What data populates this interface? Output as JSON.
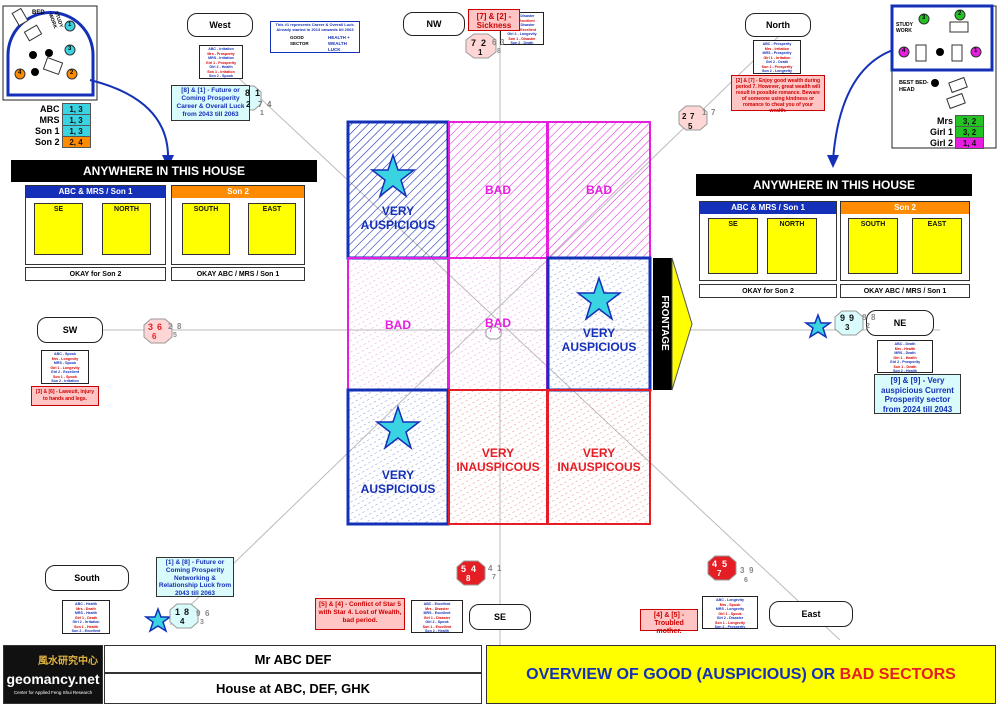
{
  "colors": {
    "blue": "#1530b8",
    "magenta": "#e51ee0",
    "red": "#e41e24",
    "cyan": "#39d3e2",
    "yellow": "#ffff00",
    "orange": "#ff8c00"
  },
  "compass": {
    "west": "West",
    "nw": "NW",
    "north": "North",
    "sw": "SW",
    "ne": "NE",
    "south": "South",
    "se": "SE",
    "east": "East"
  },
  "legend_note": {
    "text": "This #1 represents Career & Overall Luck. Already started in 2013 onwards till 2063",
    "good_sector": "GOOD SECTOR",
    "health_wealth": "HEALTH + WEALTH LUCK"
  },
  "stars": {
    "west": {
      "a": "8",
      "b": "1",
      "c": "7",
      "d": "4",
      "e": "2",
      "f": "1"
    },
    "nw": {
      "a": "7",
      "b": "2",
      "c": "6",
      "d": "3",
      "e": "1",
      "f": "8"
    },
    "north": {
      "a": "2",
      "b": "7",
      "c": "1",
      "d": "7",
      "e": "5"
    },
    "sw": {
      "a": "3",
      "b": "6",
      "c": "2",
      "d": "8",
      "e": "6",
      "f": "5"
    },
    "ne": {
      "a": "9",
      "b": "9",
      "c": "8",
      "d": "8",
      "e": "3",
      "f": "2"
    },
    "south": {
      "a": "1",
      "b": "8",
      "c": "9",
      "d": "6",
      "e": "4",
      "f": "3"
    },
    "se": {
      "a": "5",
      "b": "4",
      "c": "4",
      "d": "1",
      "e": "8",
      "f": "7"
    },
    "east": {
      "a": "4",
      "b": "5",
      "c": "3",
      "d": "9",
      "e": "7",
      "f": "6"
    }
  },
  "sector_notes": {
    "nw": "[7] & [2] - Sickness",
    "west": "[8] & [1] - Future or Coming Prosperity Career & Overall Luck from 2043 till 2063",
    "north": "[2] & [7] - Enjoy good wealth during period 7. However, great wealth will result in possible romance. Beware of someone using kindness or romance to cheat you of your wealth.",
    "sw": "[3] & [6] - Lawsuit, injury to hands and legs.",
    "ne": "[9] & [9] - Very auspicious Current Prosperity sector from 2024 till 2043",
    "south": "[1] & [8] - Future or Coming Prosperity Networking & Relationship Luck from 2043 till 2063",
    "se": "[5] & [4] - Conflict of Star 5 with Star 4. Lost of Wealth, bad period.",
    "east": "[4] & [5] - Troubled mother."
  },
  "member_lists": {
    "nw": [
      "ABC - Disaster",
      "Mrs - Excellent",
      "MRS - Disaster",
      "Girl 1 - Excellent",
      "Girl 2 - Longevity",
      "Son 1 - Disaster",
      "Son 2 - Death"
    ],
    "west": [
      "ABC - Irritation",
      "Mrs - Prosperity",
      "MRS - Irritation",
      "Girl 1 - Prosperity",
      "Girl 2 - Health",
      "Son 1 - Irritation",
      "Son 2 - Spook"
    ],
    "north": [
      "ABC - Prosperity",
      "Mrs - Irritation",
      "MRS - Prosperity",
      "Girl 1 - Irritation",
      "Girl 2 - Death",
      "Son 1 - Prosperity",
      "Son 2 - Longevity"
    ],
    "sw": [
      "ABC - Spook",
      "Mrs - Longevity",
      "MRS - Spook",
      "Girl 1 - Longevity",
      "Girl 2 - Excellent",
      "Son 1 - Spook",
      "Son 2 - Irritation"
    ],
    "ne": [
      "ABC - Death",
      "Mrs - Health",
      "MRS - Death",
      "Girl 1 - Health",
      "Girl 2 - Prosperity",
      "Son 1 - Death",
      "Son 2 - Health"
    ],
    "south": [
      "ABC - Health",
      "Mrs - Death",
      "MRS - Health",
      "Girl 1 - Death",
      "Girl 2 - Irritation",
      "Son 1 - Health",
      "Son 2 - Excellent"
    ],
    "se": [
      "ABC - Excellent",
      "Mrs - Disaster",
      "MRS - Excellent",
      "Girl 1 - Disaster",
      "Girl 2 - Spook",
      "Son 1 - Excellent",
      "Son 2 - Health"
    ],
    "east": [
      "ABC - Longevity",
      "Mrs - Spook",
      "MRS - Longevity",
      "Girl 1 - Spook",
      "Girl 2 - Disaster",
      "Son 1 - Longevity",
      "Son 2 - Prosperity"
    ]
  },
  "grid": {
    "nw": "VERY AUSPICIOUS",
    "n": "BAD",
    "ne_top": "BAD",
    "w": "BAD",
    "center": "BAD",
    "e": "VERY AUSPICIOUS",
    "sw": "VERY AUSPICIOUS",
    "s": "VERY INAUSPICOUS",
    "se": "VERY INAUSPICOUS"
  },
  "center_star": {
    "a": "7",
    "b": "?"
  },
  "frontage": "FRONTAGE",
  "anywhere_left": {
    "header": "ANYWHERE IN THIS HOUSE",
    "group1": "ABC & MRS / Son 1",
    "t1": "SE",
    "t2": "NORTH",
    "ok1": "OKAY for Son 2",
    "group2": "Son 2",
    "t3": "SOUTH",
    "t4": "EAST",
    "ok2": "OKAY ABC / MRS / Son 1"
  },
  "anywhere_right": {
    "header": "ANYWHERE IN THIS HOUSE",
    "group1": "ABC & MRS / Son 1",
    "t1": "SE",
    "t2": "NORTH",
    "ok1": "OKAY for Son 2",
    "group2": "Son 2",
    "t3": "SOUTH",
    "t4": "EAST",
    "ok2": "OKAY ABC / MRS / Son 1"
  },
  "left_occupants": {
    "bed": "BED",
    "study": "STUDY WORK",
    "rows": [
      {
        "name": "ABC",
        "val": "1, 3",
        "color": "#39d3e2"
      },
      {
        "name": "MRS",
        "val": "1, 3",
        "color": "#39d3e2"
      },
      {
        "name": "Son 1",
        "val": "1, 3",
        "color": "#39d3e2"
      },
      {
        "name": "Son 2",
        "val": "2, 4",
        "color": "#ff8c00"
      }
    ],
    "circles": [
      "1",
      "3",
      "2",
      "4"
    ]
  },
  "right_occupants": {
    "study": "STUDY WORK",
    "best": "BEST BED-HEAD",
    "rows": [
      {
        "name": "Mrs",
        "val": "3, 2",
        "color": "#22c322"
      },
      {
        "name": "Girl 1",
        "val": "3, 2",
        "color": "#22c322"
      },
      {
        "name": "Girl 2",
        "val": "1, 4",
        "color": "#e51ee0"
      }
    ],
    "circles": [
      "3",
      "2",
      "4",
      "1"
    ]
  },
  "footer": {
    "logo_cn": "風水研究中心",
    "logo": "geomancy.net",
    "logo_sub": "Center for Applied Feng Shui Research",
    "name": "Mr ABC DEF",
    "house": "House at ABC, DEF, GHK",
    "title_good": "OVERVIEW OF GOOD (AUSPICIOUS) OR",
    "title_bad": "BAD SECTORS"
  }
}
